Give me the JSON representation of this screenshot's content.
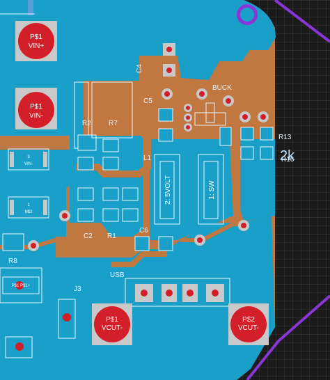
{
  "colors": {
    "background": "#1b1b1b",
    "grid": "#3a3a3a",
    "copper": "#c07840",
    "pour": "#1aa0c8",
    "pad": "#c9c9c9",
    "pad_dot": "#d21f2a",
    "outline": "#8a35d6",
    "silk": "#e8f4ff"
  },
  "labels": {
    "c4": "C4",
    "c5": "C5",
    "buck": "BUCK",
    "r2": "R2",
    "r7": "R7",
    "l1": "L1",
    "r13": "R13",
    "r16": "R16",
    "value_2k": "2k",
    "c2": "C2",
    "r1": "R1",
    "c6": "C6",
    "r8": "R8",
    "usb": "USB",
    "j3": "J3",
    "net_2_5volt": "2: 5VOLT",
    "net_1_sw": "1: SW"
  },
  "pads": {
    "vin_plus": {
      "ref": "P$1",
      "net": "VIN+"
    },
    "vin_minus": {
      "ref": "P$1",
      "net": "VIN-"
    },
    "vcut_minus": {
      "ref": "P$1",
      "net": "VCUT-"
    },
    "vcut_2": {
      "ref": "P$2",
      "net": "VCUT-"
    }
  },
  "smd": {
    "vin_small": "VIN-",
    "vin_small_num": "3",
    "n_s2": "N$2",
    "n_s2_num": "1",
    "p_label": "P$1 P$1+"
  }
}
